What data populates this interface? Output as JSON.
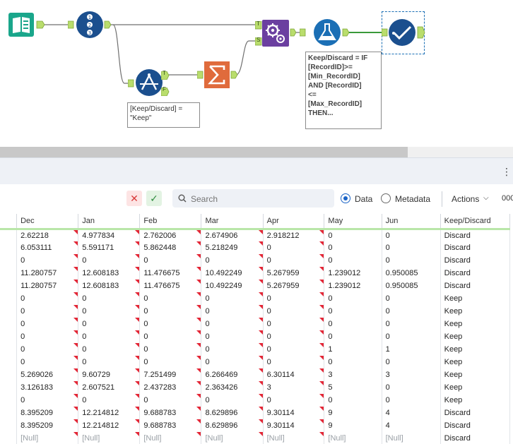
{
  "workflow": {
    "filter_annotation": [
      "[Keep/Discard] =",
      "\"Keep\""
    ],
    "formula_annotation": [
      "Keep/Discard = IF",
      "[RecordID]>=",
      "[Min_RecordID]",
      "AND [RecordID]",
      "<=",
      "[Max_RecordID]",
      "THEN..."
    ],
    "filter_true_anchor": "T",
    "filter_false_anchor": "F",
    "append_target_anchor": "T",
    "append_source_anchor": "S",
    "icons": {
      "input": "book-icon",
      "record_id": "numbered-list-icon",
      "filter": "filter-icon",
      "summarize": "sigma-icon",
      "append": "gears-icon",
      "formula": "flask-icon",
      "browse": "checkmark-icon"
    },
    "colors": {
      "input": "#1aa68b",
      "record_id": "#1b4f8e",
      "filter": "#1b4f8e",
      "summarize": "#e06b3c",
      "append": "#6b3fa0",
      "formula": "#1b6fb5",
      "browse": "#1b4f8e",
      "anchor": "#b9dd6c",
      "wire": "#6f6f6f",
      "active_wire": "#3a9a3a"
    }
  },
  "toolbar": {
    "search_placeholder": "Search",
    "radio_data": "Data",
    "radio_metadata": "Metadata",
    "actions_label": "Actions",
    "row_count_prefix": "000",
    "icons": {
      "cancel": "x-icon",
      "apply": "check-icon",
      "more": "vertical-dots-icon",
      "search": "search-icon",
      "dropdown": "chevron-down-icon"
    }
  },
  "grid": {
    "columns": [
      "Dec",
      "Jan",
      "Feb",
      "Mar",
      "Apr",
      "May",
      "Jun",
      "Keep/Discard"
    ],
    "rows": [
      [
        "2.62218",
        "4.977834",
        "2.762006",
        "2.674906",
        "2.918212",
        "0",
        "0",
        "Discard"
      ],
      [
        "6.053111",
        "5.591171",
        "5.862448",
        "5.218249",
        "0",
        "0",
        "0",
        "Discard"
      ],
      [
        "0",
        "0",
        "0",
        "0",
        "0",
        "0",
        "0",
        "Discard"
      ],
      [
        "11.280757",
        "12.608183",
        "11.476675",
        "10.492249",
        "5.267959",
        "1.239012",
        "0.950085",
        "Discard"
      ],
      [
        "11.280757",
        "12.608183",
        "11.476675",
        "10.492249",
        "5.267959",
        "1.239012",
        "0.950085",
        "Discard"
      ],
      [
        "0",
        "0",
        "0",
        "0",
        "0",
        "0",
        "0",
        "Keep"
      ],
      [
        "0",
        "0",
        "0",
        "0",
        "0",
        "0",
        "0",
        "Keep"
      ],
      [
        "0",
        "0",
        "0",
        "0",
        "0",
        "0",
        "0",
        "Keep"
      ],
      [
        "0",
        "0",
        "0",
        "0",
        "0",
        "0",
        "0",
        "Keep"
      ],
      [
        "0",
        "0",
        "0",
        "0",
        "0",
        "1",
        "1",
        "Keep"
      ],
      [
        "0",
        "0",
        "0",
        "0",
        "0",
        "0",
        "0",
        "Keep"
      ],
      [
        "5.269026",
        "9.60729",
        "7.251499",
        "6.266469",
        "6.30114",
        "3",
        "3",
        "Keep"
      ],
      [
        "3.126183",
        "2.607521",
        "2.437283",
        "2.363426",
        "3",
        "5",
        "0",
        "Keep"
      ],
      [
        "0",
        "0",
        "0",
        "0",
        "0",
        "0",
        "0",
        "Keep"
      ],
      [
        "8.395209",
        "12.214812",
        "9.688783",
        "8.629896",
        "9.30114",
        "9",
        "4",
        "Discard"
      ],
      [
        "8.395209",
        "12.214812",
        "9.688783",
        "8.629896",
        "9.30114",
        "9",
        "4",
        "Discard"
      ],
      [
        "[Null]",
        "[Null]",
        "[Null]",
        "[Null]",
        "[Null]",
        "[Null]",
        "[Null]",
        "Discard"
      ]
    ],
    "flag_color": "#e32636",
    "header_underline_color": "#b9e6a9"
  }
}
